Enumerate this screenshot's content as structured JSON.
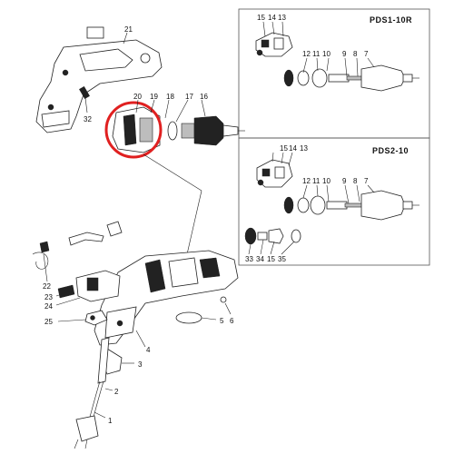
{
  "panels": {
    "top_title": "PDS1-10R",
    "bottom_title": "PDS2-10"
  },
  "labels": {
    "p1": "1",
    "p2": "2",
    "p3": "3",
    "p4": "4",
    "p5": "5",
    "p6": "6",
    "p7a": "7",
    "p7b": "7",
    "p8a": "8",
    "p8b": "8",
    "p9a": "9",
    "p9b": "9",
    "p10a": "10",
    "p10b": "10",
    "p11a": "11",
    "p11b": "11",
    "p12a": "12",
    "p12b": "12",
    "p13a": "13",
    "p13b": "13",
    "p14a": "14",
    "p14b": "14",
    "p15a": "15",
    "p15b": "15",
    "p16": "16",
    "p17": "17",
    "p18": "18",
    "p19": "19",
    "p20": "20",
    "p21": "21",
    "p22": "22",
    "p23": "23",
    "p24": "24",
    "p25": "25",
    "p32": "32",
    "p33": "33",
    "p34": "34",
    "p35": "35"
  },
  "colors": {
    "highlight": "#e02020",
    "line": "#222222",
    "box": "#555555"
  }
}
